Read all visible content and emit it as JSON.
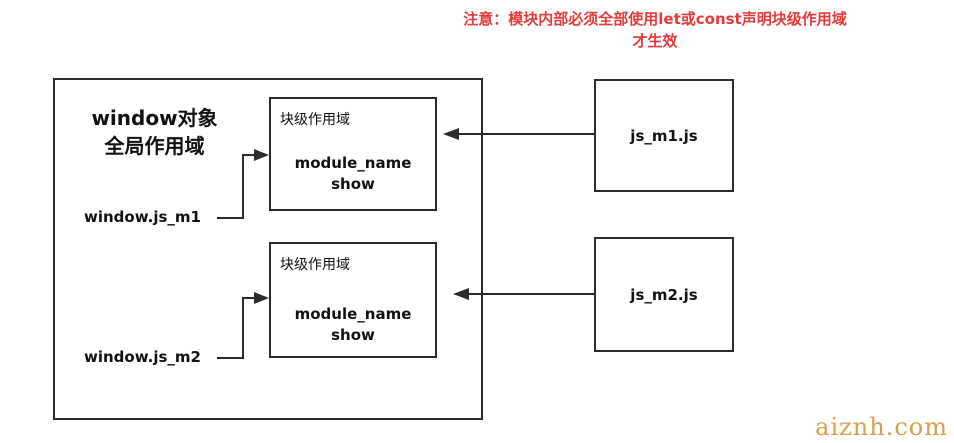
{
  "note": {
    "line1": "注意：模块内部必须全部使用let或const声明块级作用域",
    "line2": "才生效"
  },
  "window_box": {
    "title_line1": "window对象",
    "title_line2": "全局作用域"
  },
  "refs": [
    {
      "label": "window.js_m1"
    },
    {
      "label": "window.js_m2"
    }
  ],
  "scopes": [
    {
      "title": "块级作用域",
      "item1": "module_name",
      "item2": "show"
    },
    {
      "title": "块级作用域",
      "item1": "module_name",
      "item2": "show"
    }
  ],
  "files": [
    {
      "name": "js_m1.js"
    },
    {
      "name": "js_m2.js"
    }
  ],
  "watermark": "aiznh.com",
  "colors": {
    "note": "#e23b3b",
    "stroke": "#2b2b2b",
    "watermark": "#d8a04a"
  }
}
